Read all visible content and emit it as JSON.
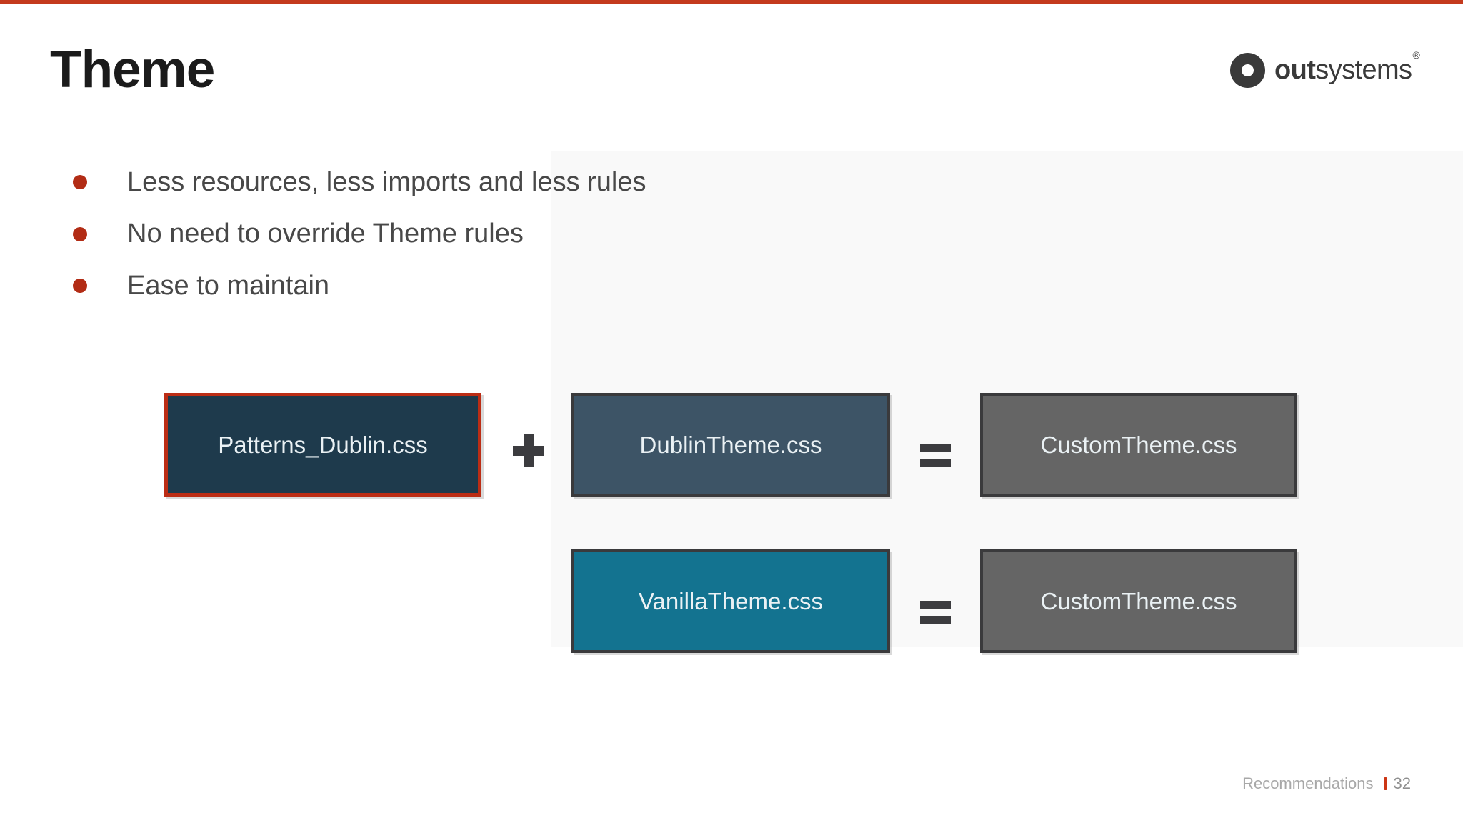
{
  "slide": {
    "title": "Theme",
    "accent_color": "#c43a1d",
    "background_color": "#ffffff",
    "panel_color": "#f9f9f9"
  },
  "logo": {
    "brand_bold": "out",
    "brand_regular": "systems",
    "trademark": "®",
    "color": "#3a3a3a"
  },
  "bullets": {
    "bullet_color": "#b22c15",
    "text_color": "#484848",
    "items": [
      {
        "text": "Less resources, less imports and less rules"
      },
      {
        "text": "No need to override Theme rules"
      },
      {
        "text": "Ease to maintain"
      }
    ]
  },
  "diagram": {
    "operator_color": "#3c3c3f",
    "operators": {
      "plus": "+",
      "equals": "="
    },
    "label_color": "#eaf1f4",
    "rows": [
      {
        "boxes": [
          {
            "label": "Patterns_Dublin.css",
            "fill": "#1e3a4c",
            "border": "#bc2d15",
            "border_width": 5
          },
          {
            "label": "DublinTheme.css",
            "fill": "#3d5466",
            "border": "#3a3a3c",
            "border_width": 4
          },
          {
            "label": "CustomTheme.css",
            "fill": "#656565",
            "border": "#3a3a3c",
            "border_width": 4
          }
        ]
      },
      {
        "boxes": [
          {
            "label": "VanillaTheme.css",
            "fill": "#137390",
            "border": "#3a3a3c",
            "border_width": 4
          },
          {
            "label": "CustomTheme.css",
            "fill": "#656565",
            "border": "#3a3a3c",
            "border_width": 4
          }
        ]
      }
    ]
  },
  "footer": {
    "section": "Recommendations",
    "divider_color": "#cc3615",
    "page": "32"
  }
}
